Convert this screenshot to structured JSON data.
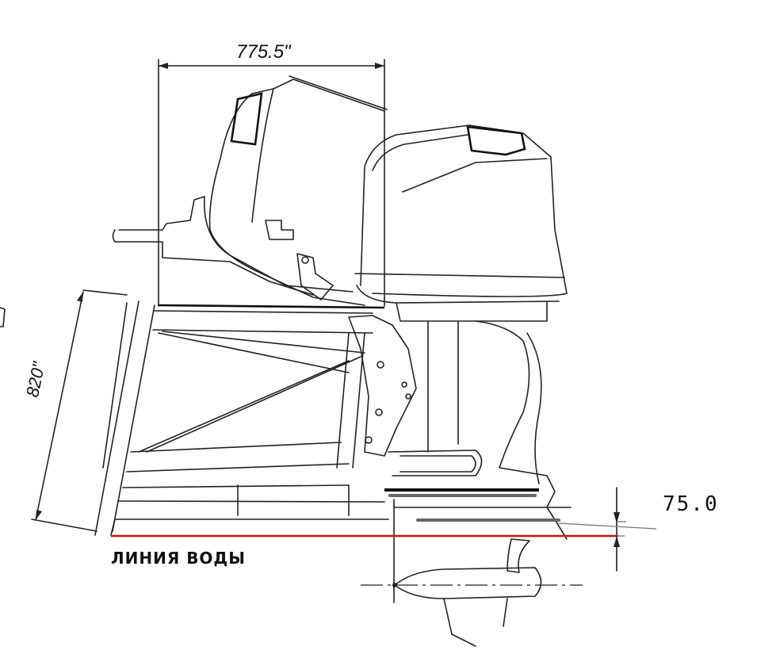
{
  "diagram": {
    "title": "Outboard motor mounting bracket dimensions",
    "dimensions": {
      "top_width": "775.5\"",
      "bracket_height": "820\"",
      "waterline_offset": "75.0"
    },
    "waterline_label": "ЛИНИЯ ВОДЫ",
    "colors": {
      "waterline": "#d01010",
      "lines": "#222222"
    }
  }
}
